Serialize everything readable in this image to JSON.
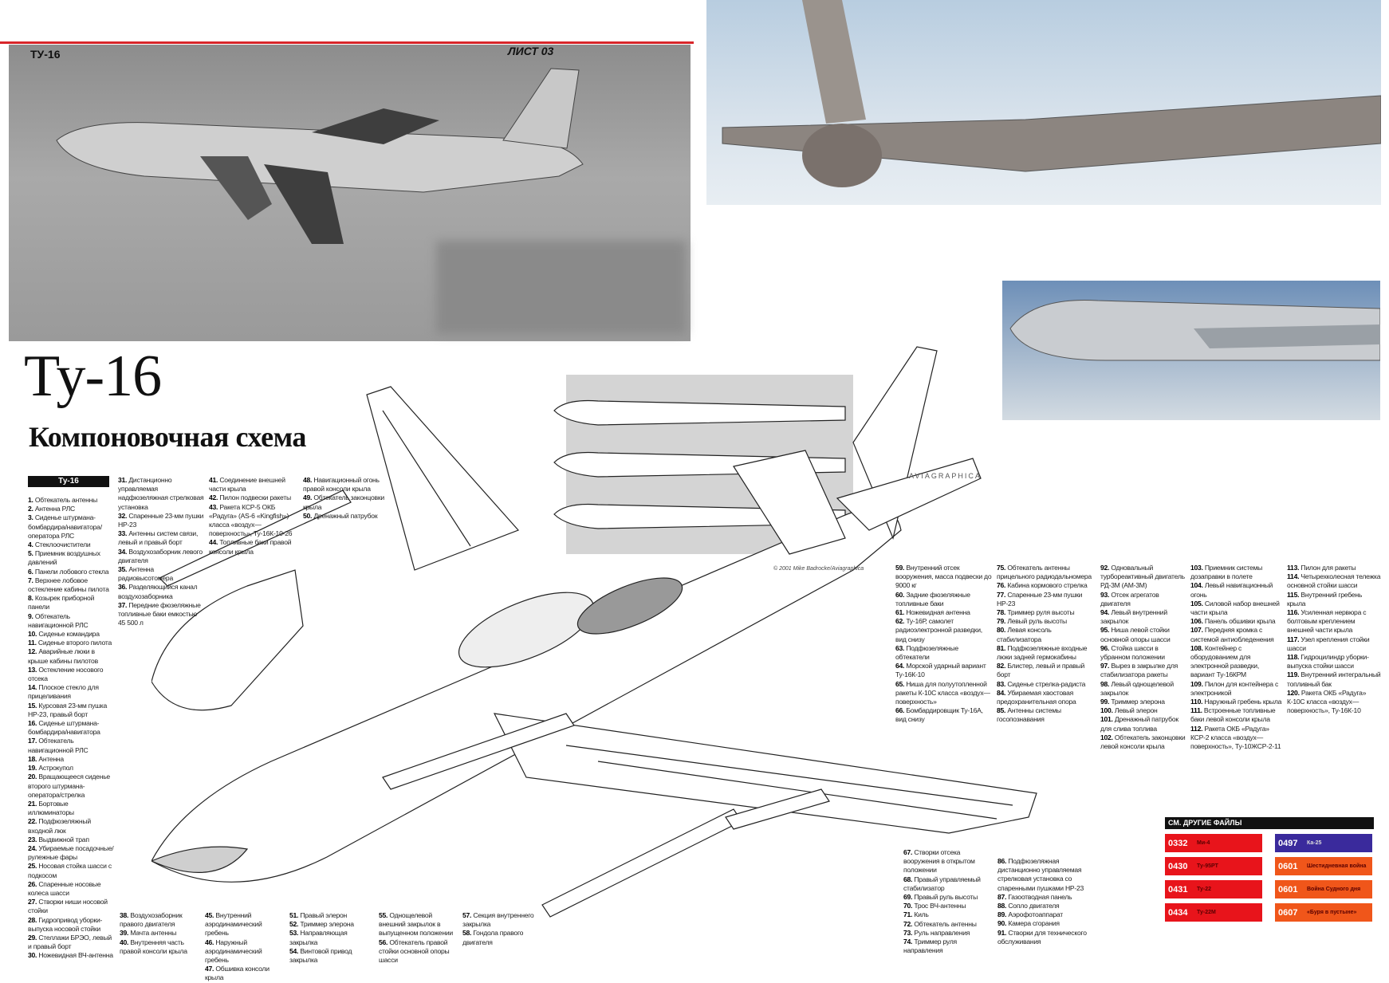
{
  "header": {
    "tag_left": "ТУ-16",
    "sheet": "ЛИСТ 03"
  },
  "title": "Ту-16",
  "subtitle": "Компоновочная схема",
  "legend_title": "Ту-16",
  "credit": "© 2001 Mike Badrocke/Aviagraphica",
  "logo": "AVIAGRAPHICA",
  "legend": {
    "c1": [
      {
        "n": "1.",
        "t": "Обтекатель антенны"
      },
      {
        "n": "2.",
        "t": "Антенна РЛС"
      },
      {
        "n": "3.",
        "t": "Сиденье штурмана-бомбардира/навигатора/оператора РЛС"
      },
      {
        "n": "4.",
        "t": "Стеклоочистители"
      },
      {
        "n": "5.",
        "t": "Приемник воздушных давлений"
      },
      {
        "n": "6.",
        "t": "Панели лобового стекла"
      },
      {
        "n": "7.",
        "t": "Верхнее лобовое остекление кабины пилота"
      },
      {
        "n": "8.",
        "t": "Козырек приборной панели"
      },
      {
        "n": "9.",
        "t": "Обтекатель навигационной РЛС"
      },
      {
        "n": "10.",
        "t": "Сиденье командира"
      },
      {
        "n": "11.",
        "t": "Сиденье второго пилота"
      },
      {
        "n": "12.",
        "t": "Аварийные люки в крыше кабины пилотов"
      },
      {
        "n": "13.",
        "t": "Остекление носового отсека"
      },
      {
        "n": "14.",
        "t": "Плоское стекло для прицеливания"
      },
      {
        "n": "15.",
        "t": "Курсовая 23-мм пушка НР-23, правый борт"
      },
      {
        "n": "16.",
        "t": "Сиденье штурмана-бомбардира/навигатора"
      },
      {
        "n": "17.",
        "t": "Обтекатель навигационной РЛС"
      },
      {
        "n": "18.",
        "t": "Антенна"
      },
      {
        "n": "19.",
        "t": "Астрокупол"
      },
      {
        "n": "20.",
        "t": "Вращающееся сиденье второго штурмана-оператора/стрелка"
      },
      {
        "n": "21.",
        "t": "Бортовые иллюминаторы"
      },
      {
        "n": "22.",
        "t": "Подфюзеляжный входной люк"
      },
      {
        "n": "23.",
        "t": "Выдвижной трап"
      },
      {
        "n": "24.",
        "t": "Убираемые посадочные/рулежные фары"
      },
      {
        "n": "25.",
        "t": "Носовая стойка шасси с подкосом"
      },
      {
        "n": "26.",
        "t": "Спаренные носовые колеса шасси"
      },
      {
        "n": "27.",
        "t": "Створки ниши носовой стойки"
      },
      {
        "n": "28.",
        "t": "Гидропривод уборки-выпуска носовой стойки"
      },
      {
        "n": "29.",
        "t": "Стеллажи БРЭО, левый и правый борт"
      },
      {
        "n": "30.",
        "t": "Ножевидная ВЧ-антенна"
      }
    ],
    "c2": [
      {
        "n": "31.",
        "t": "Дистанционно управляемая надфюзеляжная стрелковая установка"
      },
      {
        "n": "32.",
        "t": "Спаренные 23-мм пушки НР-23"
      },
      {
        "n": "33.",
        "t": "Антенны систем связи, левый и правый борт"
      },
      {
        "n": "34.",
        "t": "Воздухозаборник левого двигателя"
      },
      {
        "n": "35.",
        "t": "Антенна радиовысотомера"
      },
      {
        "n": "36.",
        "t": "Разделяющийся канал воздухозаборника"
      },
      {
        "n": "37.",
        "t": "Передние фюзеляжные топливные баки емкостью 45 500 л"
      }
    ],
    "c3": [
      {
        "n": "41.",
        "t": "Соединение внешней части крыла"
      },
      {
        "n": "42.",
        "t": "Пилон подвески ракеты"
      },
      {
        "n": "43.",
        "t": "Ракета КСР-5 ОКБ «Радуга» (AS-6 «Kingfish») класса «воздух—поверхность», Ту-16К-10-26"
      },
      {
        "n": "44.",
        "t": "Топливные баки правой консоли крыла"
      }
    ],
    "c4": [
      {
        "n": "48.",
        "t": "Навигационный огонь правой консоли крыла"
      },
      {
        "n": "49.",
        "t": "Обтекатель законцовки крыла"
      },
      {
        "n": "50.",
        "t": "Дренажный патрубок"
      }
    ],
    "b1": [
      {
        "n": "38.",
        "t": "Воздухозаборник правого двигателя"
      },
      {
        "n": "39.",
        "t": "Мачта антенны"
      },
      {
        "n": "40.",
        "t": "Внутренняя часть правой консоли крыла"
      }
    ],
    "b2": [
      {
        "n": "45.",
        "t": "Внутренний аэродинамический гребень"
      },
      {
        "n": "46.",
        "t": "Наружный аэродинамический гребень"
      },
      {
        "n": "47.",
        "t": "Обшивка консоли крыла"
      }
    ],
    "b3": [
      {
        "n": "51.",
        "t": "Правый элерон"
      },
      {
        "n": "52.",
        "t": "Триммер элерона"
      },
      {
        "n": "53.",
        "t": "Направляющая закрылка"
      },
      {
        "n": "54.",
        "t": "Винтовой привод закрылка"
      }
    ],
    "b4": [
      {
        "n": "55.",
        "t": "Однощелевой внешний закрылок в выпущенном положении"
      },
      {
        "n": "56.",
        "t": "Обтекатель правой стойки основной опоры шасси"
      }
    ],
    "b5": [
      {
        "n": "57.",
        "t": "Секция внутреннего закрылка"
      },
      {
        "n": "58.",
        "t": "Гондола правого двигателя"
      }
    ],
    "r1": [
      {
        "n": "59.",
        "t": "Внутренний отсек вооружения, масса подвески до 9000 кг"
      },
      {
        "n": "60.",
        "t": "Задние фюзеляжные топливные баки"
      },
      {
        "n": "61.",
        "t": "Ножевидная антенна"
      },
      {
        "n": "62.",
        "t": "Ту-16Р, самолет радиоэлектронной разведки, вид снизу"
      },
      {
        "n": "63.",
        "t": "Подфюзеляжные обтекатели"
      },
      {
        "n": "64.",
        "t": "Морской ударный вариант Ту-16К-10"
      },
      {
        "n": "65.",
        "t": "Ниша для полуутопленной ракеты К-10С класса «воздух—поверхность»"
      },
      {
        "n": "66.",
        "t": "Бомбардировщик Ту-16А, вид снизу"
      }
    ],
    "r2": [
      {
        "n": "75.",
        "t": "Обтекатель антенны прицельного радиодальномера"
      },
      {
        "n": "76.",
        "t": "Кабина кормового стрелка"
      },
      {
        "n": "77.",
        "t": "Спаренные 23-мм пушки НР-23"
      },
      {
        "n": "78.",
        "t": "Триммер руля высоты"
      },
      {
        "n": "79.",
        "t": "Левый руль высоты"
      },
      {
        "n": "80.",
        "t": "Левая консоль стабилизатора"
      },
      {
        "n": "81.",
        "t": "Подфюзеляжные входные люки задней гермокабины"
      },
      {
        "n": "82.",
        "t": "Блистер, левый и правый борт"
      },
      {
        "n": "83.",
        "t": "Сиденье стрелка-радиста"
      },
      {
        "n": "84.",
        "t": "Убираемая хвостовая предохранительная опора"
      },
      {
        "n": "85.",
        "t": "Антенны системы госопознавания"
      }
    ],
    "r3": [
      {
        "n": "92.",
        "t": "Одновальный турбореактивный двигатель РД-3М (АМ-3М)"
      },
      {
        "n": "93.",
        "t": "Отсек агрегатов двигателя"
      },
      {
        "n": "94.",
        "t": "Левый внутренний закрылок"
      },
      {
        "n": "95.",
        "t": "Ниша левой стойки основной опоры шасси"
      },
      {
        "n": "96.",
        "t": "Стойка шасси в убранном положении"
      },
      {
        "n": "97.",
        "t": "Вырез в закрылке для стабилизатора ракеты"
      },
      {
        "n": "98.",
        "t": "Левый однощелевой закрылок"
      },
      {
        "n": "99.",
        "t": "Триммер элерона"
      },
      {
        "n": "100.",
        "t": "Левый элерон"
      },
      {
        "n": "101.",
        "t": "Дренажный патрубок для слива топлива"
      },
      {
        "n": "102.",
        "t": "Обтекатель законцовки левой консоли крыла"
      }
    ],
    "r4": [
      {
        "n": "103.",
        "t": "Приемник системы дозаправки в полете"
      },
      {
        "n": "104.",
        "t": "Левый навигационный огонь"
      },
      {
        "n": "105.",
        "t": "Силовой набор внешней части крыла"
      },
      {
        "n": "106.",
        "t": "Панель обшивки крыла"
      },
      {
        "n": "107.",
        "t": "Передняя кромка с системой антиобледенения"
      },
      {
        "n": "108.",
        "t": "Контейнер с оборудованием для электронной разведки, вариант Ту-16КРМ"
      },
      {
        "n": "109.",
        "t": "Пилон для контейнера с электроникой"
      },
      {
        "n": "110.",
        "t": "Наружный гребень крыла"
      },
      {
        "n": "111.",
        "t": "Встроенные топливные баки левой консоли крыла"
      },
      {
        "n": "112.",
        "t": "Ракета ОКБ «Радуга» КСР-2 класса «воздух—поверхность», Ту-10ЖСР-2-11"
      }
    ],
    "r5": [
      {
        "n": "113.",
        "t": "Пилон для ракеты"
      },
      {
        "n": "114.",
        "t": "Четырехколесная тележка основной стойки шасси"
      },
      {
        "n": "115.",
        "t": "Внутренний гребень крыла"
      },
      {
        "n": "116.",
        "t": "Усиленная нервюра с болтовым креплением внешней части крыла"
      },
      {
        "n": "117.",
        "t": "Узел крепления стойки шасси"
      },
      {
        "n": "118.",
        "t": "Гидроцилиндр уборки-выпуска стойки шасси"
      },
      {
        "n": "119.",
        "t": "Внутренний интегральный топливный бак"
      },
      {
        "n": "120.",
        "t": "Ракета ОКБ «Радуга» К-10С класса «воздух—поверхность», Ту-16К-10"
      }
    ],
    "rb1": [
      {
        "n": "67.",
        "t": "Створки отсека вооружения в открытом положении"
      },
      {
        "n": "68.",
        "t": "Правый управляемый стабилизатор"
      },
      {
        "n": "69.",
        "t": "Правый руль высоты"
      },
      {
        "n": "70.",
        "t": "Трос ВЧ-антенны"
      },
      {
        "n": "71.",
        "t": "Киль"
      },
      {
        "n": "72.",
        "t": "Обтекатель антенны"
      },
      {
        "n": "73.",
        "t": "Руль направления"
      },
      {
        "n": "74.",
        "t": "Триммер руля направления"
      }
    ],
    "rb2": [
      {
        "n": "86.",
        "t": "Подфюзеляжная дистанционно управляемая стрелковая установка со спаренными пушками НР-23"
      },
      {
        "n": "87.",
        "t": "Газоотводная панель"
      },
      {
        "n": "88.",
        "t": "Сопло двигателя"
      },
      {
        "n": "89.",
        "t": "Аэрофотоаппарат"
      },
      {
        "n": "90.",
        "t": "Камера сгорания"
      },
      {
        "n": "91.",
        "t": "Створки для технического обслуживания"
      }
    ]
  },
  "other_files": {
    "title": "СМ. ДРУГИЕ ФАЙЛЫ",
    "items": [
      {
        "code": "0332",
        "name": "Ми-4",
        "color": "#e8141b"
      },
      {
        "code": "0497",
        "name": "Ка-25",
        "color": "#3a2a9c"
      },
      {
        "code": "0430",
        "name": "Ту-95РТ",
        "color": "#e8141b"
      },
      {
        "code": "0601",
        "name": "Шестидневная война",
        "color": "#f0561a"
      },
      {
        "code": "0431",
        "name": "Ту-22",
        "color": "#e8141b"
      },
      {
        "code": "0601",
        "name": "Война Судного дня",
        "color": "#f0561a"
      },
      {
        "code": "0434",
        "name": "Ту-22М",
        "color": "#e8141b"
      },
      {
        "code": "0607",
        "name": "«Буря в пустыне»",
        "color": "#f0561a"
      }
    ]
  }
}
